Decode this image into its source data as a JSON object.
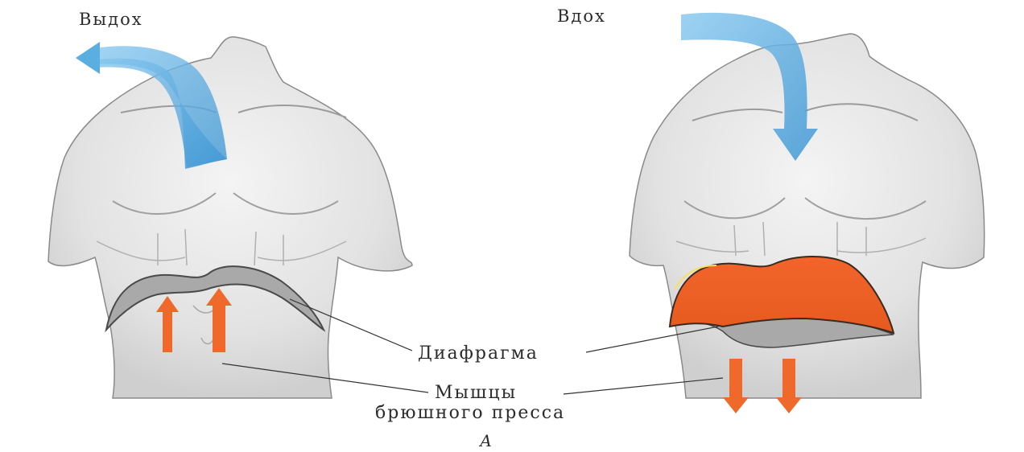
{
  "labels": {
    "exhale": "Выдох",
    "inhale": "Вдох",
    "diaphragm": "Диафрагма",
    "abdominal_muscles_line1": "Мышцы",
    "abdominal_muscles_line2": "брюшного пресса",
    "panel_letter": "А"
  },
  "colors": {
    "background": "#ffffff",
    "airflow_arrow": "#5aaee0",
    "diaphragm_relaxed": "#a9a9a9",
    "diaphragm_contracted": "#ef6a2a",
    "muscle_arrow": "#ef6a2a",
    "body_outline": "#7a7a7a",
    "body_shading": "#d8d8d8"
  },
  "icons": {
    "exhale_arrow": "curved-arrow-up-left",
    "inhale_arrow": "curved-arrow-down",
    "muscle_arrows_exhale": "arrow-up",
    "muscle_arrows_inhale": "arrow-down"
  }
}
